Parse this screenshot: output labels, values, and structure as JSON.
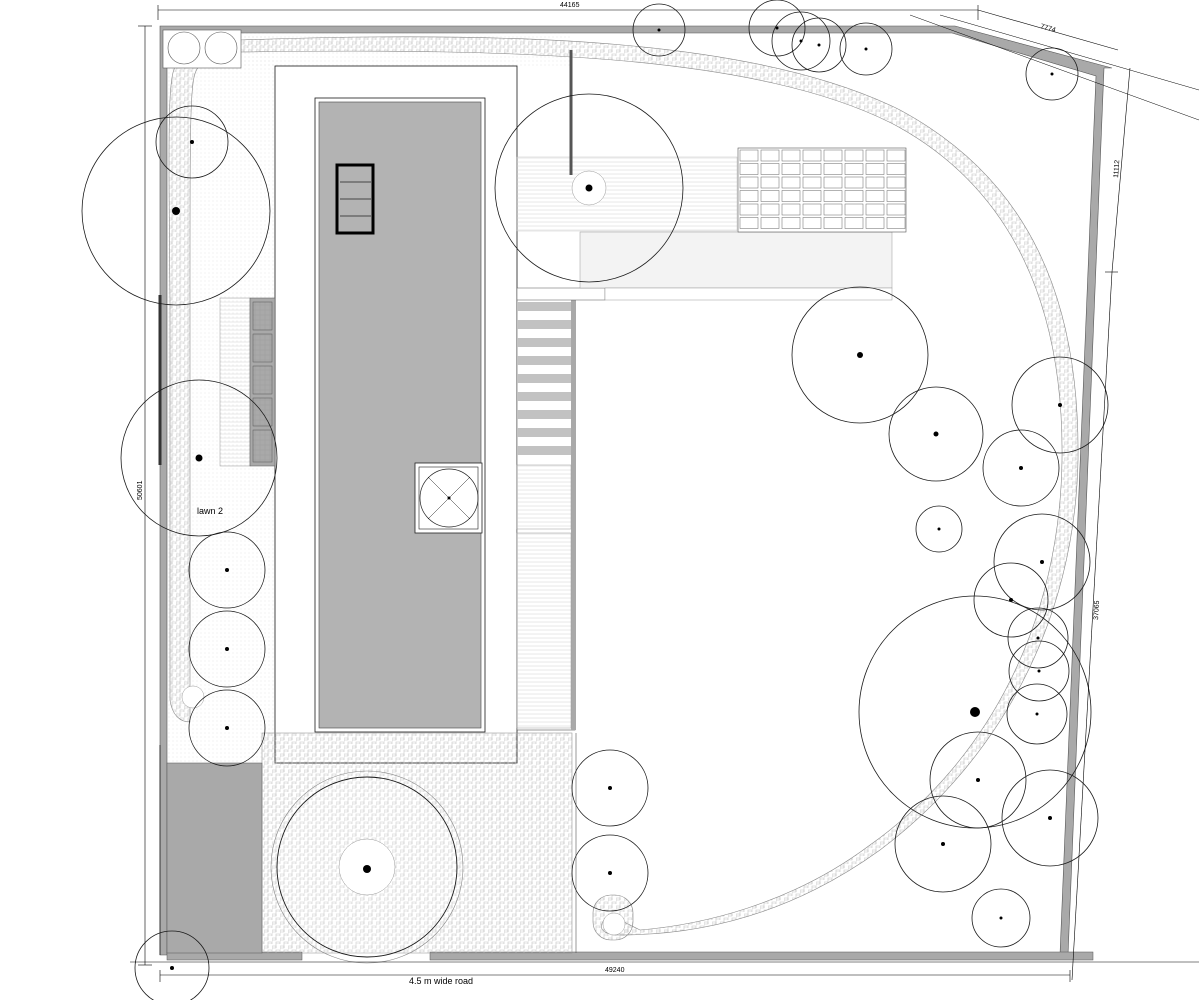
{
  "dimensions": {
    "top": "44165",
    "top_right": "7774",
    "right_upper": "11112",
    "right_lower": "37065",
    "left": "50601",
    "bottom": "49240"
  },
  "labels": {
    "lawn": "lawn 2",
    "road": "4.5 m wide road"
  },
  "colors": {
    "wall": "#a9a9a9",
    "pool": "#b3b3b3",
    "line": "#1a1a1a",
    "paving": "#c8c8c8"
  }
}
